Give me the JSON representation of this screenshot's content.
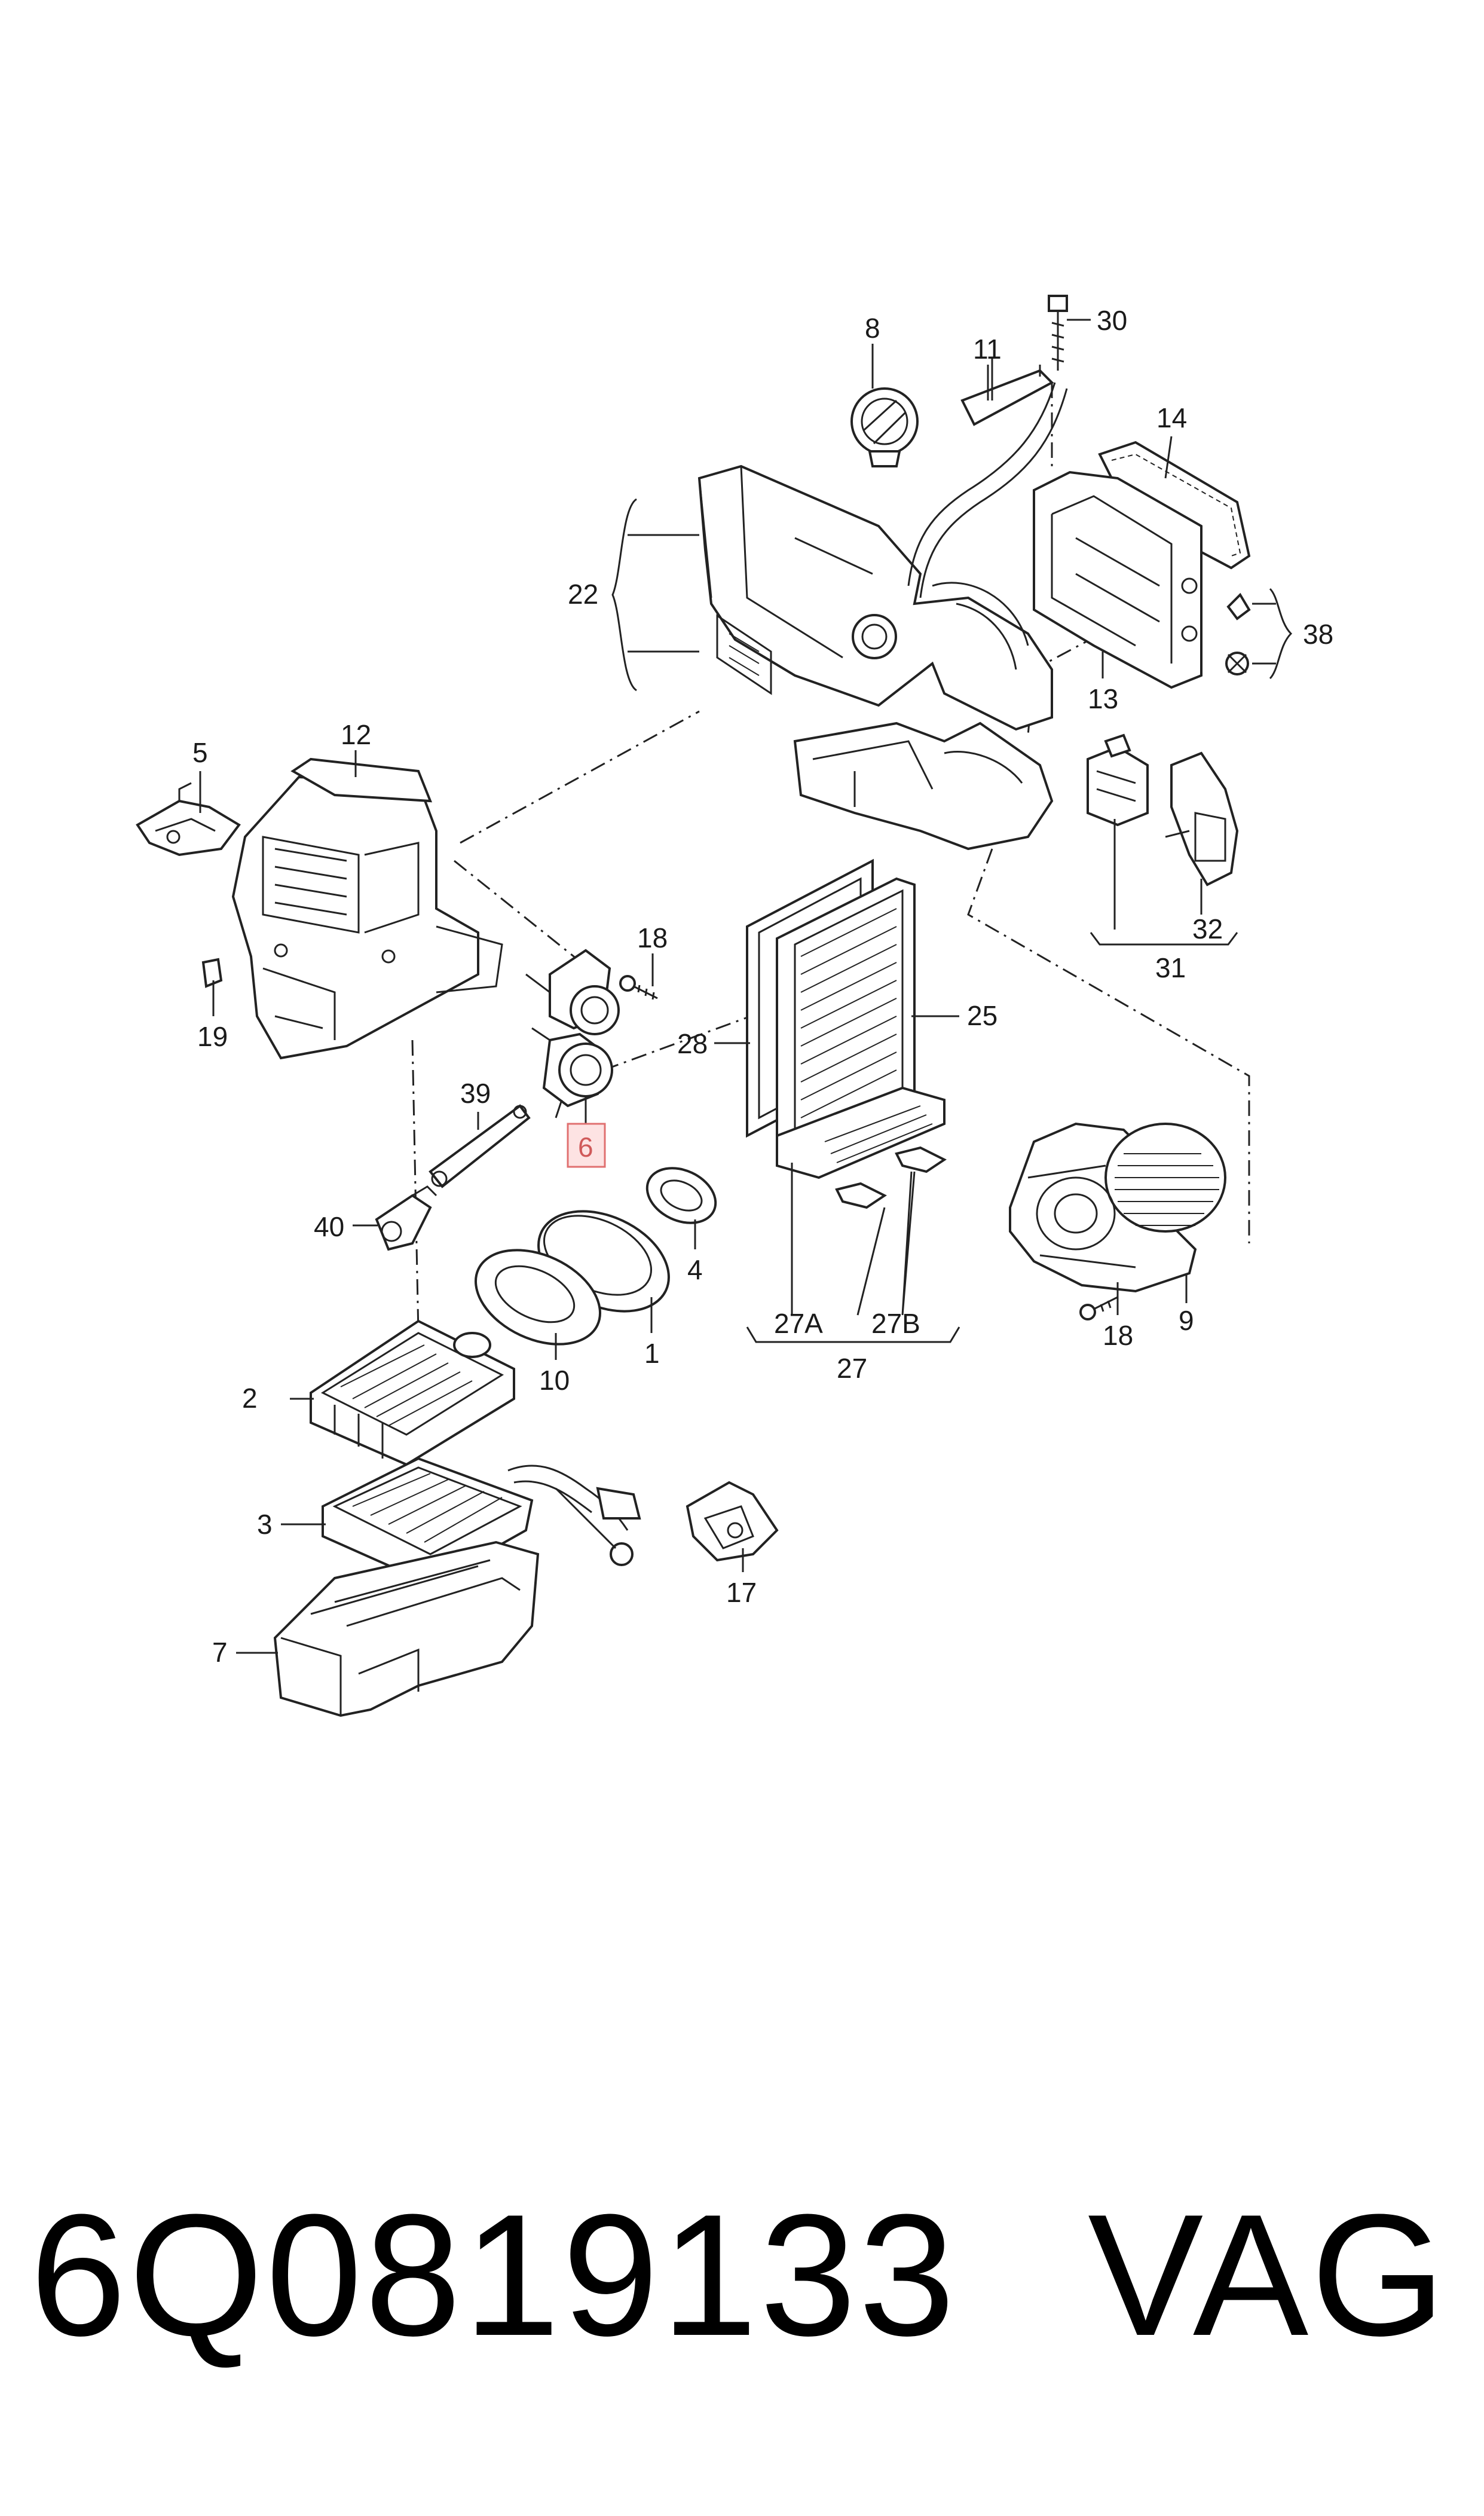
{
  "diagram": {
    "labels": {
      "p1": "1",
      "p2": "2",
      "p3": "3",
      "p4": "4",
      "p5": "5",
      "p6": "6",
      "p7": "7",
      "p8": "8",
      "p9": "9",
      "p10": "10",
      "p11": "11",
      "p12": "12",
      "p13": "13",
      "p14": "14",
      "p17": "17",
      "p18a": "18",
      "p18b": "18",
      "p19": "19",
      "p22": "22",
      "p25": "25",
      "p27": "27",
      "p27a": "27A",
      "p27b": "27B",
      "p28": "28",
      "p30": "30",
      "p31": "31",
      "p32": "32",
      "p38": "38",
      "p39": "39",
      "p40": "40"
    },
    "highlighted_part": "6",
    "highlight_color": "#e07070"
  },
  "footer": {
    "part_number": "6Q0819133",
    "brand": "VAG"
  }
}
